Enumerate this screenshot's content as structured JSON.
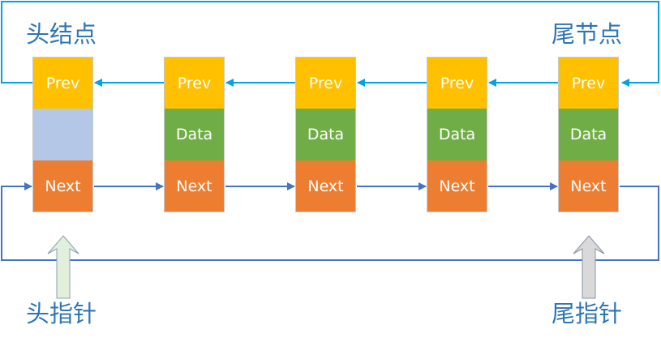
{
  "labels": {
    "head_node": "头结点",
    "tail_node": "尾节点",
    "head_pointer": "头指针",
    "tail_pointer": "尾指针"
  },
  "nodes": [
    {
      "prev": "Prev",
      "data": "",
      "next": "Next"
    },
    {
      "prev": "Prev",
      "data": "Data",
      "next": "Next"
    },
    {
      "prev": "Prev",
      "data": "Data",
      "next": "Next"
    },
    {
      "prev": "Prev",
      "data": "Data",
      "next": "Next"
    },
    {
      "prev": "Prev",
      "data": "Data",
      "next": "Next"
    }
  ],
  "colors": {
    "prev_fill": "#ffc000",
    "data_fill": "#70ad47",
    "head_data_fill": "#b4c7e7",
    "next_fill": "#ed7d31",
    "prev_link": "#00a2e8",
    "next_link": "#4472c4",
    "label_text": "#2e75b6",
    "head_pointer_arrow": "#e2efda",
    "tail_pointer_arrow": "#d9d9d9"
  }
}
